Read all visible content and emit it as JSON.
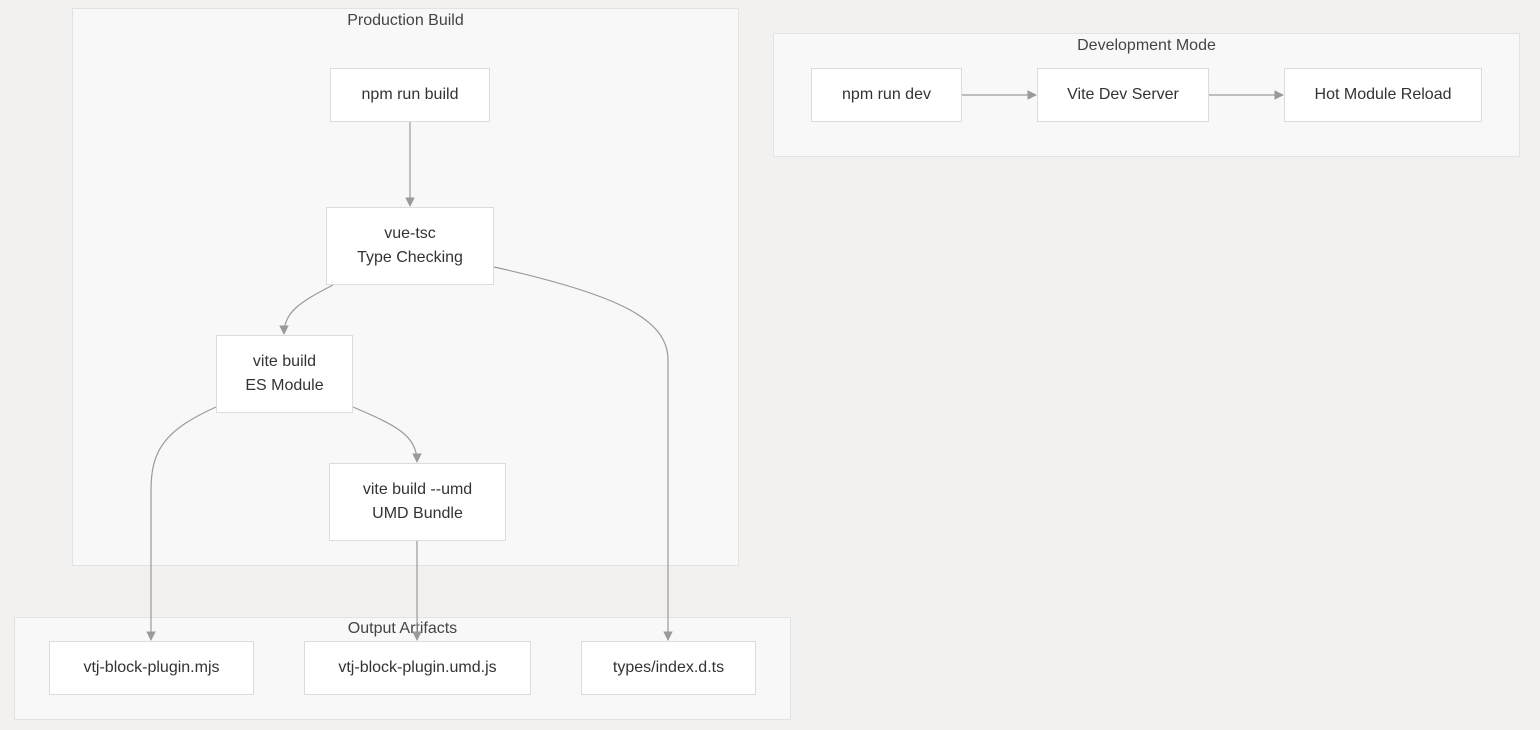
{
  "clusters": {
    "production": {
      "title": "Production Build"
    },
    "development": {
      "title": "Development Mode"
    },
    "output": {
      "title": "Output Artifacts"
    }
  },
  "nodes": {
    "npm_run_build": {
      "lines": [
        "npm run build"
      ]
    },
    "vue_tsc": {
      "lines": [
        "vue-tsc",
        "Type Checking"
      ]
    },
    "vite_build_es": {
      "lines": [
        "vite build",
        "ES Module"
      ]
    },
    "vite_build_umd": {
      "lines": [
        "vite build --umd",
        "UMD Bundle"
      ]
    },
    "npm_run_dev": {
      "lines": [
        "npm run dev"
      ]
    },
    "vite_dev_server": {
      "lines": [
        "Vite Dev Server"
      ]
    },
    "hot_module_reload": {
      "lines": [
        "Hot Module Reload"
      ]
    },
    "out_mjs": {
      "lines": [
        "vtj-block-plugin.mjs"
      ]
    },
    "out_umd": {
      "lines": [
        "vtj-block-plugin.umd.js"
      ]
    },
    "out_types": {
      "lines": [
        "types/index.d.ts"
      ]
    }
  },
  "edges": [
    {
      "from": "npm_run_build",
      "to": "vue_tsc"
    },
    {
      "from": "vue_tsc",
      "to": "vite_build_es"
    },
    {
      "from": "vue_tsc",
      "to": "out_types"
    },
    {
      "from": "vite_build_es",
      "to": "vite_build_umd"
    },
    {
      "from": "vite_build_es",
      "to": "out_mjs"
    },
    {
      "from": "vite_build_umd",
      "to": "out_umd"
    },
    {
      "from": "npm_run_dev",
      "to": "vite_dev_server"
    },
    {
      "from": "vite_dev_server",
      "to": "hot_module_reload"
    }
  ],
  "colors": {
    "background": "#f2f1ef",
    "cluster_fill": "#f8f8f8",
    "node_fill": "#ffffff",
    "edge": "#9a9a9a"
  }
}
